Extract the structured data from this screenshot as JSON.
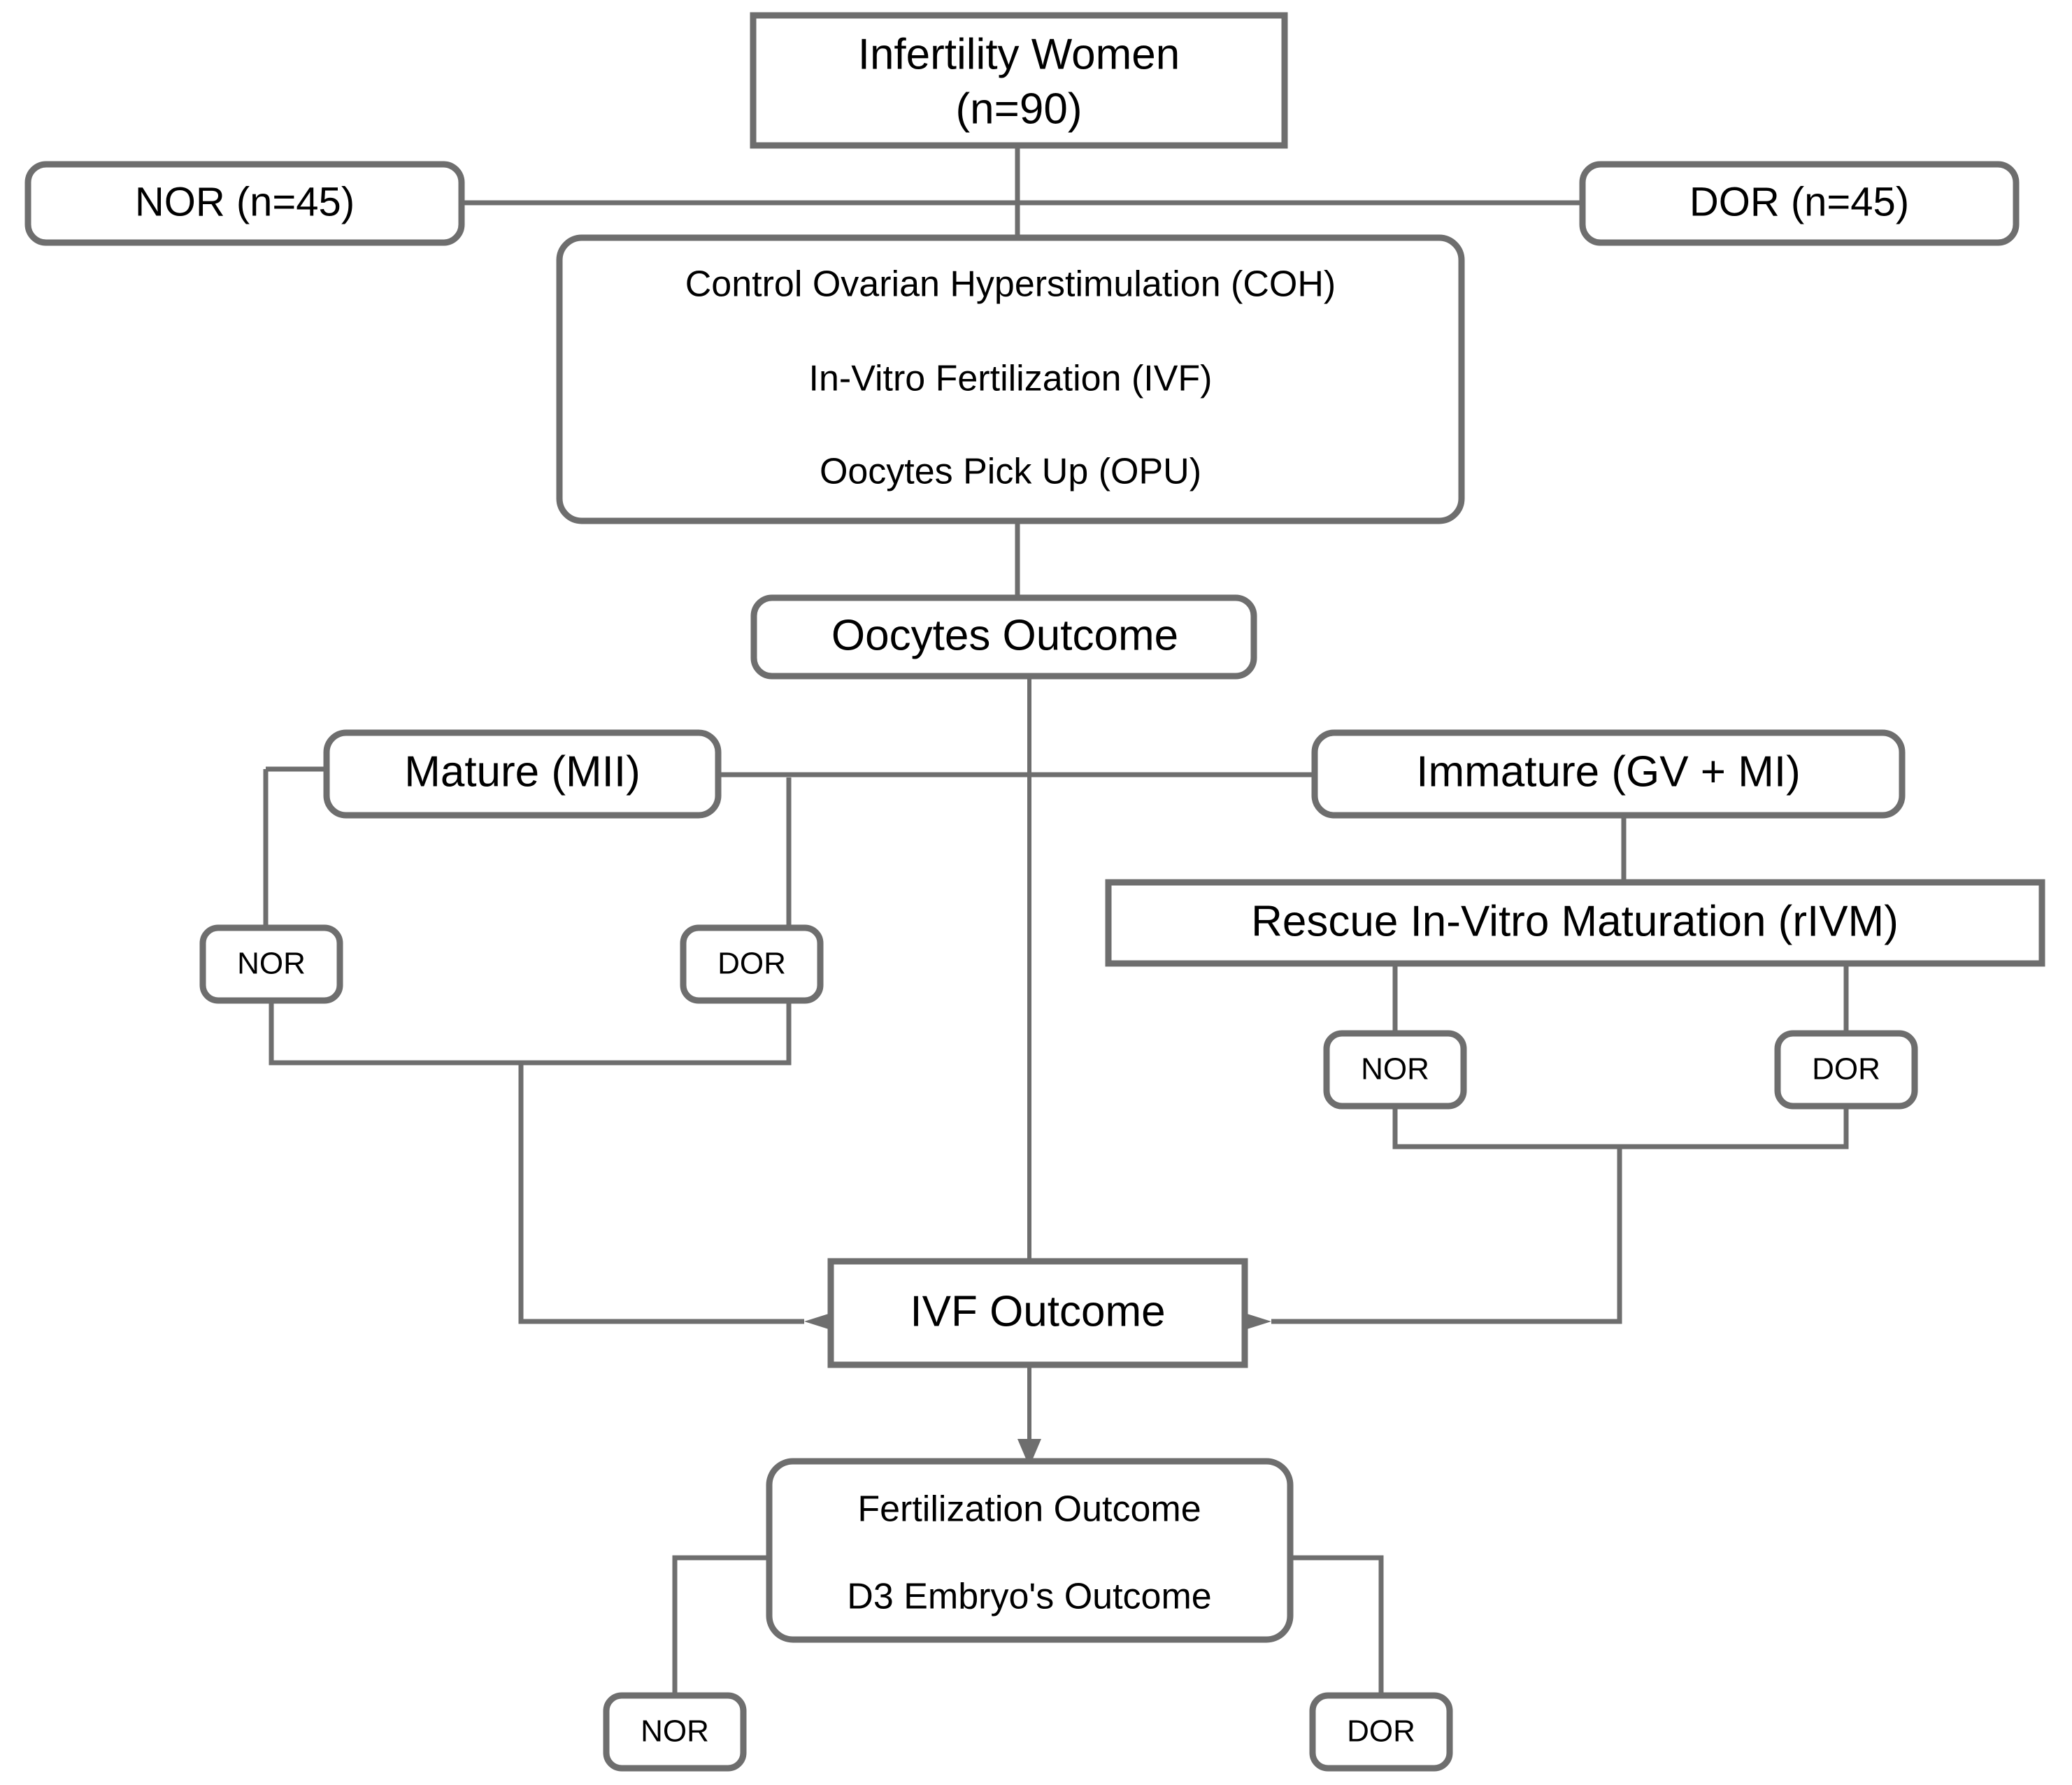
{
  "diagram": {
    "title": "IVF / rIVM study flowchart",
    "stroke_color": "#6e6e6e",
    "text_color": "#000000",
    "background": "#ffffff",
    "nodes": {
      "root": {
        "line1": "Infertility Women",
        "line2": "(n=90)"
      },
      "nor_group": {
        "label": "NOR (n=45)"
      },
      "dor_group": {
        "label": "DOR (n=45)"
      },
      "procedures": {
        "line1": "Control Ovarian Hyperstimulation (COH)",
        "line2": "In-Vitro Fertilization (IVF)",
        "line3": "Oocytes Pick Up (OPU)"
      },
      "oocytes_outcome": {
        "label": "Oocytes Outcome"
      },
      "mature": {
        "label": "Mature (MII)"
      },
      "immature": {
        "label": "Immature (GV + MI)"
      },
      "rivm": {
        "label": "Rescue In-Vitro Maturation (rIVM)"
      },
      "mature_nor": {
        "label": "NOR"
      },
      "mature_dor": {
        "label": "DOR"
      },
      "rivm_nor": {
        "label": "NOR"
      },
      "rivm_dor": {
        "label": "DOR"
      },
      "ivf_outcome": {
        "label": "IVF Outcome"
      },
      "fertilization": {
        "line1": "Fertilization Outcome",
        "line2": "D3 Embryo's Outcome"
      },
      "fert_nor": {
        "label": "NOR"
      },
      "fert_dor": {
        "label": "DOR"
      }
    }
  }
}
